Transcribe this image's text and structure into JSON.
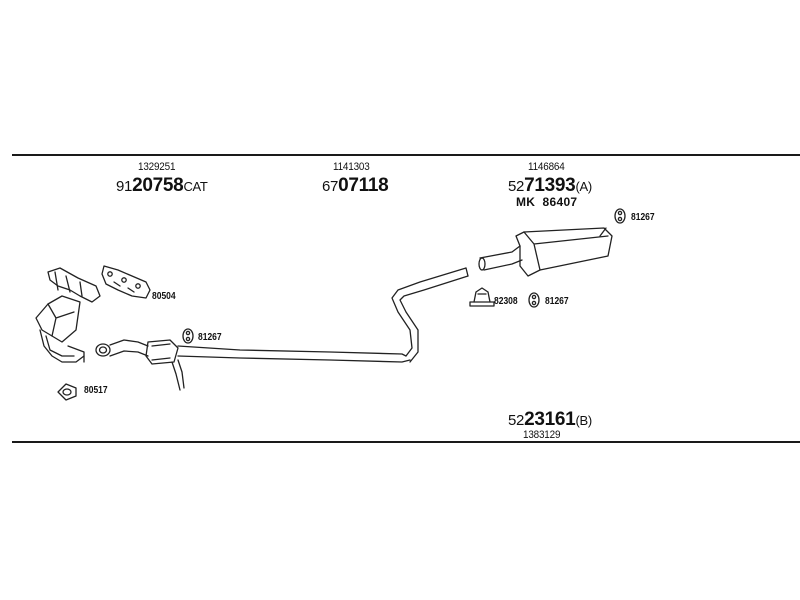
{
  "diagram": {
    "groups": [
      {
        "id": "left",
        "ref": "1329251",
        "prefix": "91",
        "code": "20758",
        "suffix": "CAT"
      },
      {
        "id": "mid",
        "ref": "1141303",
        "prefix": "67",
        "code": "07118",
        "suffix": ""
      },
      {
        "id": "right",
        "ref": "1146864",
        "prefix": "52",
        "code": "71393",
        "suffix": "(A)",
        "extra": "MK  86407"
      },
      {
        "id": "bottom",
        "ref": "1383129",
        "prefix": "52",
        "code": "23161",
        "suffix": "(B)"
      }
    ],
    "part_labels": {
      "p80504": "80504",
      "p81267_front": "81267",
      "p80517": "80517",
      "p82308": "82308",
      "p81267_mid": "81267",
      "p81267_top": "81267"
    }
  }
}
